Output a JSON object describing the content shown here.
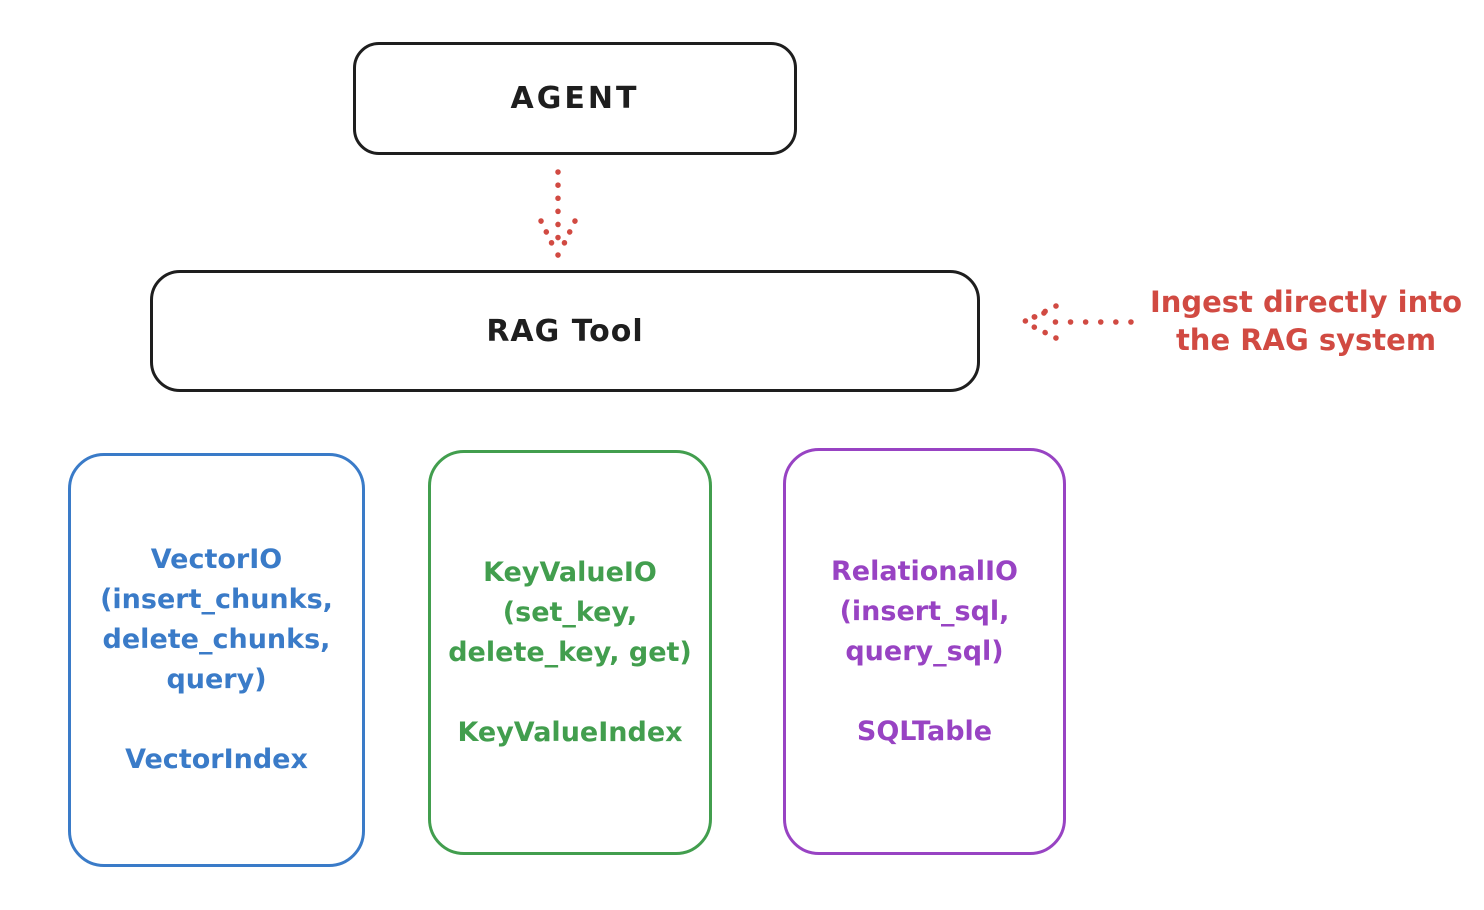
{
  "nodes": {
    "agent": {
      "label": "AGENT"
    },
    "rag_tool": {
      "label": "RAG Tool"
    }
  },
  "annotation": {
    "line1": "Ingest directly into",
    "line2": "the RAG system"
  },
  "backends": [
    {
      "lines": [
        "VectorIO",
        "(insert_chunks,",
        "delete_chunks,",
        "query)"
      ],
      "index_label": "VectorIndex",
      "color": "#3a7bc8"
    },
    {
      "lines": [
        "KeyValueIO",
        "(set_key,",
        "delete_key, get)"
      ],
      "index_label": "KeyValueIndex",
      "color": "#429e4e"
    },
    {
      "lines": [
        "RelationalIO",
        "(insert_sql,",
        "query_sql)"
      ],
      "index_label": "SQLTable",
      "color": "#9843c3"
    }
  ],
  "colors": {
    "ink": "#1e1e1e",
    "red": "#d14a42",
    "blue": "#3a7bc8",
    "green": "#429e4e",
    "purple": "#9843c3",
    "background": "#ffffff"
  }
}
